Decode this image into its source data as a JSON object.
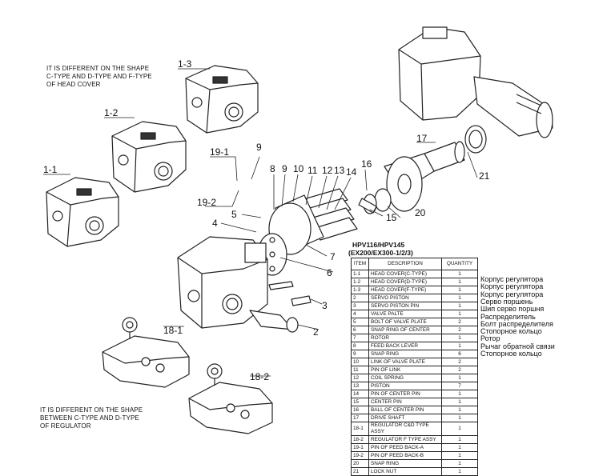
{
  "notes": {
    "head_cover": "IT IS DIFFERENT ON THE SHAPE\nC-TYPE AND D-TYPE AND F-TYPE\nOF HEAD COVER",
    "regulator": "IT IS DIFFERENT ON THE SHAPE\nBETWEEN C-TYPE AND D-TYPE\nOF REGULATOR"
  },
  "model": {
    "line1": "HPV116/HPV145",
    "line2": "(EX200/EX300-1/2/3)"
  },
  "callouts": [
    "1-3",
    "1-2",
    "1-1",
    "19-1",
    "9",
    "19-2",
    "8",
    "9",
    "10",
    "11",
    "12",
    "13",
    "14",
    "16",
    "17",
    "21",
    "20",
    "15",
    "5",
    "4",
    "7",
    "6",
    "3",
    "2",
    "18-1",
    "18-2"
  ],
  "table": {
    "headers": {
      "item": "ITEM",
      "description": "DESCRIPTION",
      "quantity": "QUANTITY"
    },
    "rows": [
      {
        "item": "1-1",
        "description": "HEAD COVER(C-TYPE)",
        "qty": "1"
      },
      {
        "item": "1-2",
        "description": "HEAD COVER(D-TYPE)",
        "qty": "1"
      },
      {
        "item": "1-3",
        "description": "HEAD COVER(F-TYPE)",
        "qty": "1"
      },
      {
        "item": "2",
        "description": "SERVO PISTON",
        "qty": "1"
      },
      {
        "item": "3",
        "description": "SERVO PISTON PIN",
        "qty": "1"
      },
      {
        "item": "4",
        "description": "VALVE PALTE",
        "qty": "1"
      },
      {
        "item": "5",
        "description": "BOLT OF VALVE PLATE",
        "qty": "2"
      },
      {
        "item": "6",
        "description": "SNAP RING OF CENTER",
        "qty": "2"
      },
      {
        "item": "7",
        "description": "ROTOR",
        "qty": "1"
      },
      {
        "item": "8",
        "description": "FEED BACK LEVER",
        "qty": "1"
      },
      {
        "item": "9",
        "description": "SNAP RING",
        "qty": "6"
      },
      {
        "item": "10",
        "description": "LINK OF VALVE PLATE",
        "qty": "2"
      },
      {
        "item": "11",
        "description": "PIN OF LINK",
        "qty": "2"
      },
      {
        "item": "12",
        "description": "COIL SPRING",
        "qty": "1"
      },
      {
        "item": "13",
        "description": "PISTON",
        "qty": "7"
      },
      {
        "item": "14",
        "description": "PIN OF CENTER PIN",
        "qty": "1"
      },
      {
        "item": "15",
        "description": "CENTER PIN",
        "qty": "1"
      },
      {
        "item": "16",
        "description": "BALL OF CENTER PIN",
        "qty": "1"
      },
      {
        "item": "17",
        "description": "DRIVE SHAFT",
        "qty": "1"
      },
      {
        "item": "18-1",
        "description": "REGULATOR C&D TYPE ASSY",
        "qty": "1"
      },
      {
        "item": "18-2",
        "description": "REGULATOR F TYPE ASSY",
        "qty": "1"
      },
      {
        "item": "19-1",
        "description": "PIN OF PEED BACK-A",
        "qty": "1"
      },
      {
        "item": "19-2",
        "description": "PIN OF PEED BACK-B",
        "qty": "1"
      },
      {
        "item": "20",
        "description": "SNAP RING",
        "qty": "1"
      },
      {
        "item": "21",
        "description": "LOCK NUT",
        "qty": "1"
      }
    ]
  },
  "russian": [
    "Корпус регулятора",
    "Корпус регулятора",
    "Корпус регулятора",
    "Серво поршень",
    "Шип серво поршня",
    "Распределитель",
    "Болт распределителя",
    "Стопорное кольцо",
    "Ротор",
    "Рычаг обратной связи",
    "Стопорное кольцо"
  ]
}
